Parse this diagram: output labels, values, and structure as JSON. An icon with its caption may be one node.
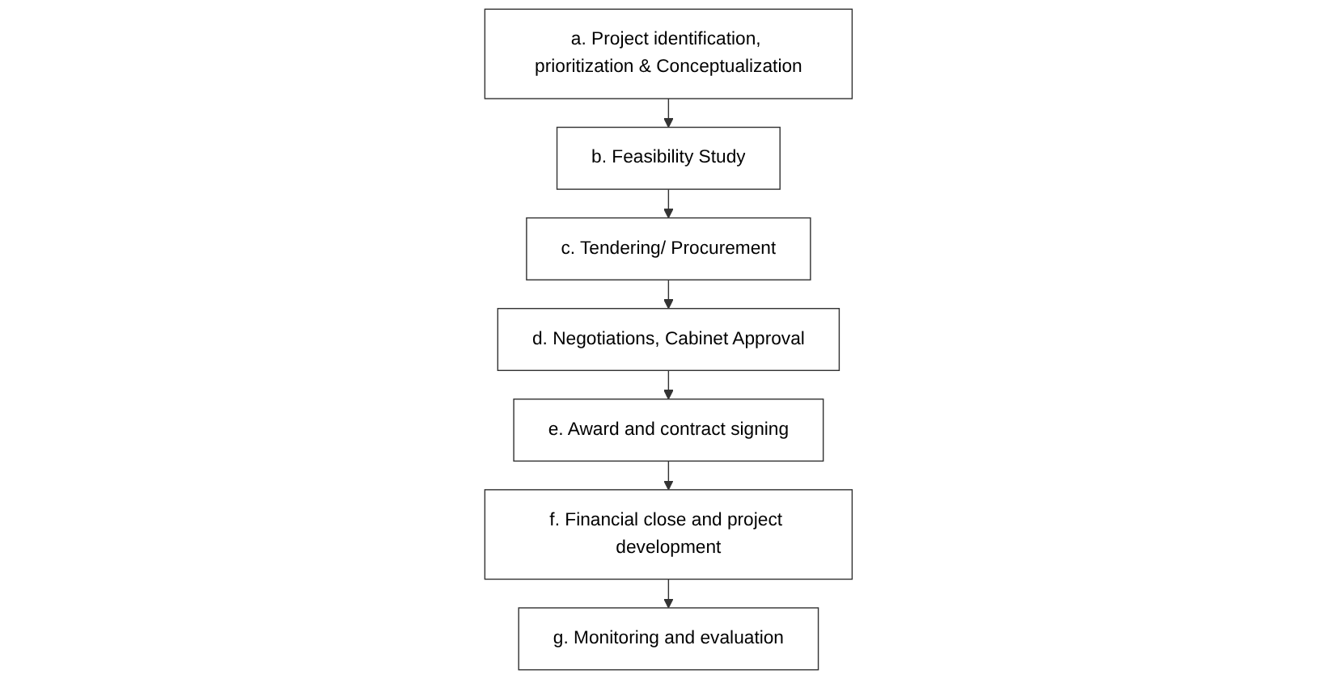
{
  "diagram": {
    "nodes": [
      {
        "text": [
          "a. Project identification, prioritization & Conceptualization"
        ]
      },
      {
        "text": [
          "b. Feasibility Study"
        ]
      },
      {
        "text": [
          "c. Tendering/ Procurement"
        ]
      },
      {
        "text": [
          "d. Negotiations, Cabinet Approval"
        ]
      },
      {
        "text": [
          "e. Award and contract signing"
        ]
      },
      {
        "text": [
          "f. Financial close and project development"
        ]
      },
      {
        "text": [
          "g. Monitoring and evaluation"
        ]
      }
    ],
    "edges": [
      {
        "from": 0,
        "to": 1,
        "arrow": "to"
      },
      {
        "from": 1,
        "to": 2,
        "arrow": "to"
      },
      {
        "from": 2,
        "to": 3,
        "arrow": "to"
      },
      {
        "from": 3,
        "to": 4,
        "arrow": "to"
      },
      {
        "from": 4,
        "to": 5,
        "arrow": "to"
      },
      {
        "from": 5,
        "to": 6,
        "arrow": "to"
      }
    ]
  }
}
